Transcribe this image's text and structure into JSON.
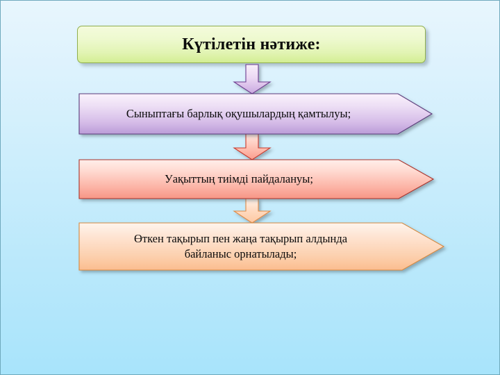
{
  "slide": {
    "background_top_color": "#e8f6fd",
    "background_bottom_color": "#a8e4fb",
    "border_color": "#6fa9bd"
  },
  "title": {
    "text": "Күтілетін нәтиже:",
    "fill_top_color": "#f4fbdc",
    "fill_bottom_color": "#d3ee93",
    "border_color": "#8fae4e"
  },
  "connectors": [
    {
      "name": "arrow-title-to-row-1",
      "fill_top_color": "#f3e4f6",
      "fill_bottom_color": "#c9a9e0",
      "border_color": "#6c3a8f"
    },
    {
      "name": "arrow-row-1-to-row-2",
      "fill_top_color": "#ffd8cf",
      "fill_bottom_color": "#fba394",
      "border_color": "#c9382c"
    },
    {
      "name": "arrow-row-2-to-row-3",
      "fill_top_color": "#ffe9db",
      "fill_bottom_color": "#fdc9a4",
      "border_color": "#e08a44"
    }
  ],
  "rows": [
    {
      "id": "row-1",
      "text": "Сыныптағы барлық оқушылардың  қамтылуы;",
      "fill_top_color": "#f6eafa",
      "fill_bottom_color": "#c3a6dd",
      "border_color": "#5a3a7a"
    },
    {
      "id": "row-2",
      "text": "Уақыттың тиімді пайдалануы;",
      "fill_top_color": "#ffe1da",
      "fill_bottom_color": "#faa394",
      "border_color": "#a8332b"
    },
    {
      "id": "row-3",
      "line1": "Өткен тақырып пен жаңа тақырып алдында",
      "line2": "байланыс орнатылады;",
      "fill_top_color": "#fdeade",
      "fill_bottom_color": "#fcc69c",
      "border_color": "#d4893f"
    }
  ]
}
